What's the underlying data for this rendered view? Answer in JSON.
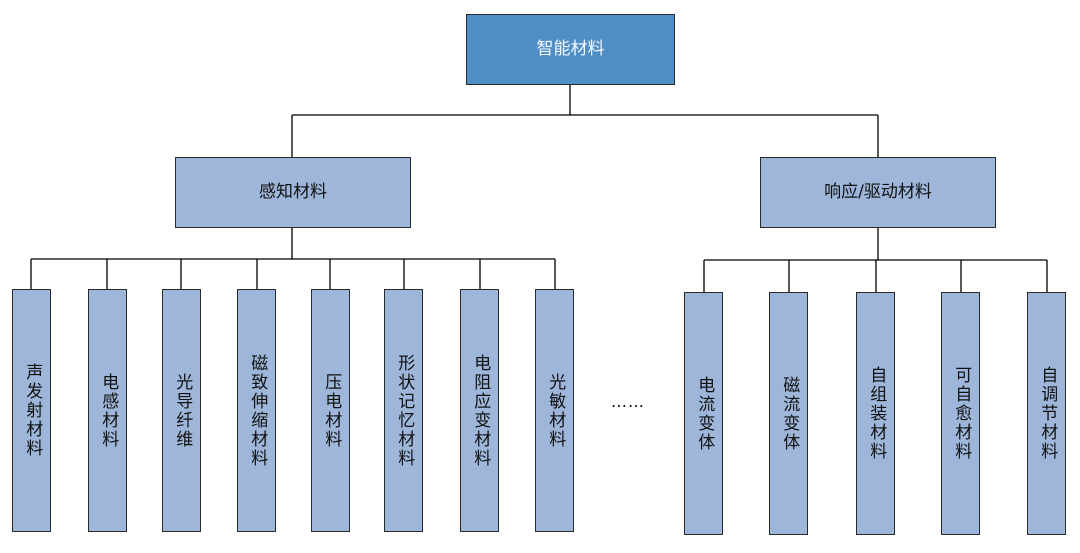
{
  "root": {
    "label": "智能材料"
  },
  "branches": [
    {
      "label": "感知材料",
      "children": [
        "声发射材料",
        "电感材料",
        "光导纤维",
        "磁致伸缩材料",
        "压电材料",
        "形状记忆材料",
        "电阻应变材料",
        "光敏材料"
      ]
    },
    {
      "label": "响应/驱动材料",
      "children": [
        "电流变体",
        "磁流变体",
        "自组装材料",
        "可自愈材料",
        "自调节材料"
      ]
    }
  ],
  "ellipsis": "……",
  "colors": {
    "top_fill": "#4f8fc6",
    "box_fill": "#9db6d9",
    "border": "#2b2b2b",
    "line": "#000000"
  }
}
